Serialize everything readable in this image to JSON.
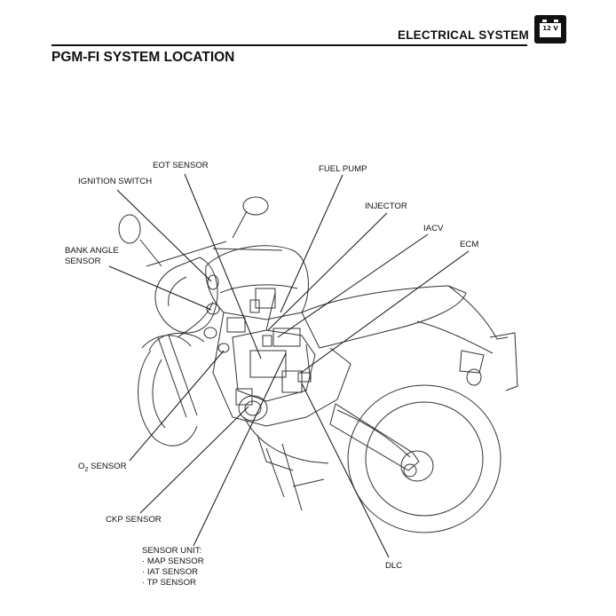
{
  "header": {
    "section_title": "ELECTRICAL SYSTEM",
    "badge_text": "12 V",
    "badge_icon": "battery-icon"
  },
  "page_title": "PGM-FI SYSTEM LOCATION",
  "callouts": {
    "eot_sensor": "EOT SENSOR",
    "ignition_switch": "IGNITION SWITCH",
    "fuel_pump": "FUEL PUMP",
    "injector": "INJECTOR",
    "iacv": "IACV",
    "ecm": "ECM",
    "bank_angle_line1": "BANK ANGLE",
    "bank_angle_line2": "SENSOR",
    "o2_prefix": "O",
    "o2_sub": "2",
    "o2_suffix": " SENSOR",
    "ckp_sensor": "CKP SENSOR",
    "sensor_unit": "SENSOR UNIT:",
    "map_sensor": "· MAP SENSOR",
    "iat_sensor": "· IAT SENSOR",
    "tp_sensor": "· TP SENSOR",
    "dlc": "DLC"
  }
}
